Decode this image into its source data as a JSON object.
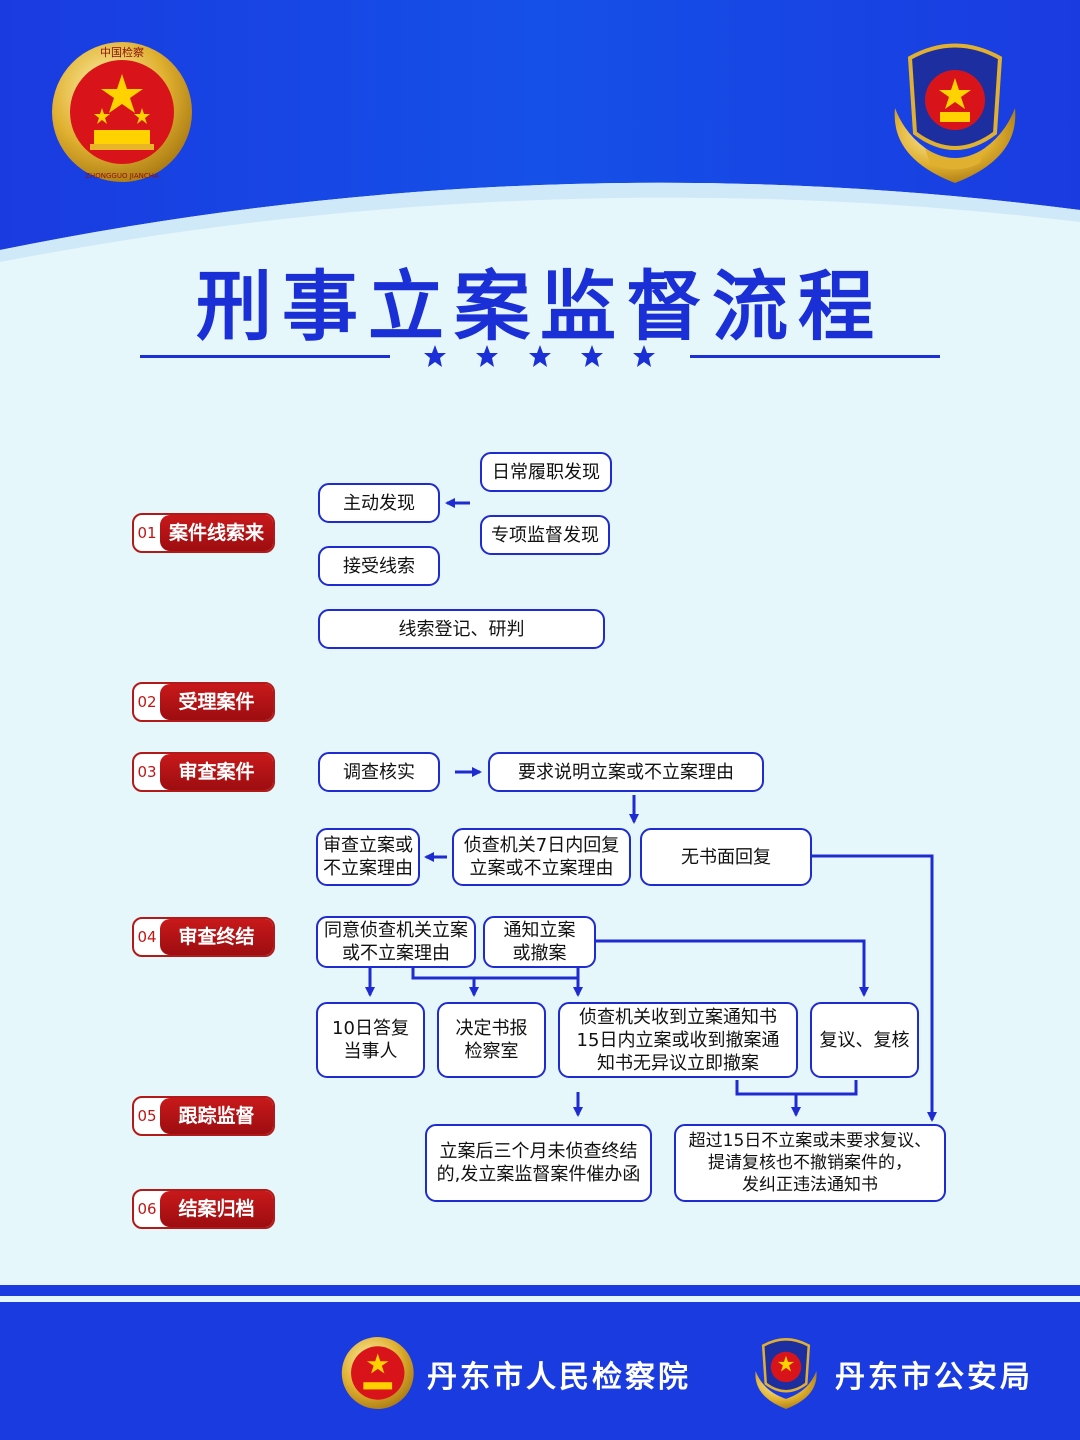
{
  "title": "刑事立案监督流程",
  "colors": {
    "primary_blue": "#1a2fd6",
    "badge_red": "#b21a1a",
    "panel_bg": "#e6f7fb"
  },
  "icons": {
    "left_emblem": "procuratorate-emblem-icon",
    "right_emblem": "police-emblem-icon"
  },
  "emblems": {
    "procuratorate": {
      "top_text": "中国检察",
      "bottom_text": "ZHONGGUO JIANCHA"
    }
  },
  "steps": [
    {
      "num": "01",
      "label": "案件线索来源"
    },
    {
      "num": "02",
      "label": "受理案件"
    },
    {
      "num": "03",
      "label": "审查案件"
    },
    {
      "num": "04",
      "label": "审查终结"
    },
    {
      "num": "05",
      "label": "跟踪监督"
    },
    {
      "num": "06",
      "label": "结案归档"
    }
  ],
  "nodes": {
    "daily_duty": "日常履职发现",
    "active_discovery": "主动发现",
    "special_supervision": "专项监督发现",
    "accept_clue": "接受线索",
    "register_clue": "线索登记、研判",
    "investigate_verify": "调查核实",
    "require_explanation": "要求说明立案或不立案理由",
    "review_reason": "审查立案或\n不立案理由",
    "reply_7days": "侦查机关7日内回复\n立案或不立案理由",
    "no_written_reply": "无书面回复",
    "agree_reason": "同意侦查机关立案\n或不立案理由",
    "notify_filing": "通知立案\n或撤案",
    "reply_10days": "10日答复\n当事人",
    "decision_report": "决定书报\n检察室",
    "receive_notice": "侦查机关收到立案通知书\n15日内立案或收到撤案通\n知书无异议立即撤案",
    "reconsider_review": "复议、复核",
    "urge_letter": "立案后三个月未侦查终结\n的,发立案监督案件催办函",
    "correction_notice": "超过15日不立案或未要求复议、\n提请复核也不撤销案件的，\n发纠正违法通知书"
  },
  "footer": {
    "org_left": "丹东市人民检察院",
    "org_right": "丹东市公安局"
  }
}
